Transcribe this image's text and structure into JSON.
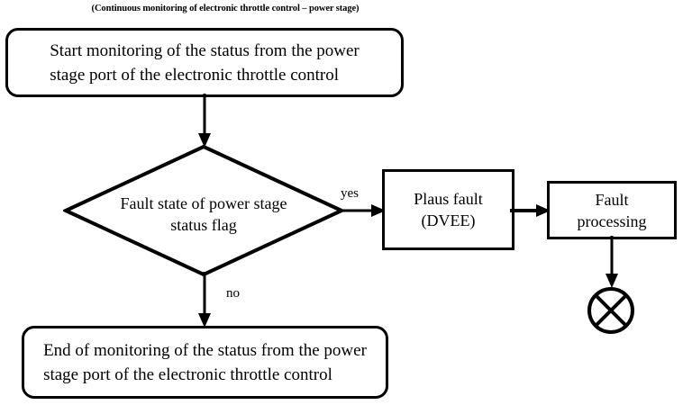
{
  "diagram": {
    "caption": "(Continuous monitoring of electronic throttle control – power stage)",
    "type": "flowchart",
    "accent_color": "#000000",
    "background_color": "#ffffff",
    "nodes": {
      "start": {
        "shape": "rounded-rectangle",
        "text": "Start monitoring of the status from the power\nstage port of the electronic throttle control"
      },
      "decision": {
        "shape": "diamond",
        "text": "Fault state of power stage\nstatus flag"
      },
      "plaus_fault": {
        "shape": "rectangle",
        "text": "Plaus fault\n(DVEE)"
      },
      "fault_processing": {
        "shape": "rectangle",
        "text": "Fault\nprocessing"
      },
      "end": {
        "shape": "rounded-rectangle",
        "text": "End of monitoring of the status from the power\nstage port of the electronic throttle control"
      },
      "terminator": {
        "shape": "circle-with-x",
        "text": ""
      }
    },
    "edges": {
      "start_to_decision": {
        "label": ""
      },
      "decision_to_plaus": {
        "label": "yes"
      },
      "decision_to_end": {
        "label": "no"
      },
      "plaus_to_fault": {
        "label": ""
      },
      "fault_to_terminator": {
        "label": ""
      }
    }
  }
}
